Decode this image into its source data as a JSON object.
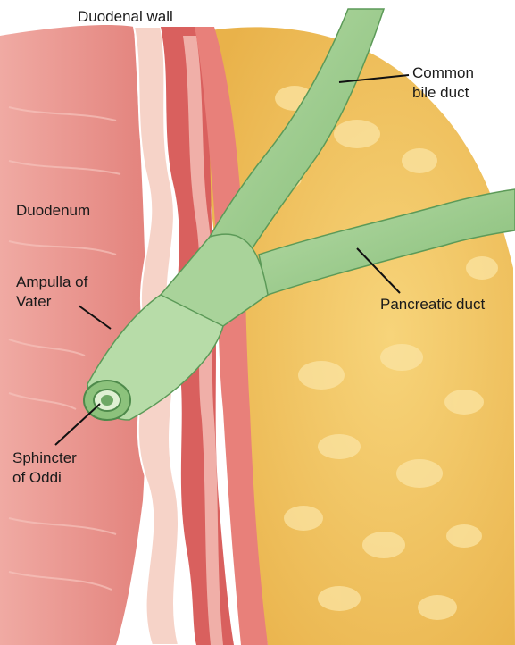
{
  "labels": {
    "duodenal_wall": "Duodenal wall",
    "common_bile_duct": [
      "Common",
      "bile duct"
    ],
    "duodenum": "Duodenum",
    "ampulla_of_vater": [
      "Ampulla of",
      "Vater"
    ],
    "pancreatic_duct": "Pancreatic duct",
    "sphincter_of_oddi": [
      "Sphincter",
      "of Oddi"
    ]
  },
  "colors": {
    "duodenum_tissue": "#e8918a",
    "wall_light": "#f3cabf",
    "wall_muscle": "#d9605e",
    "pancreas": "#f2c35c",
    "pancreas_lobule": "#fbe4a3",
    "duct": "#9dcc8f",
    "duct_dark": "#5c9a58",
    "leader_line": "#111111"
  }
}
